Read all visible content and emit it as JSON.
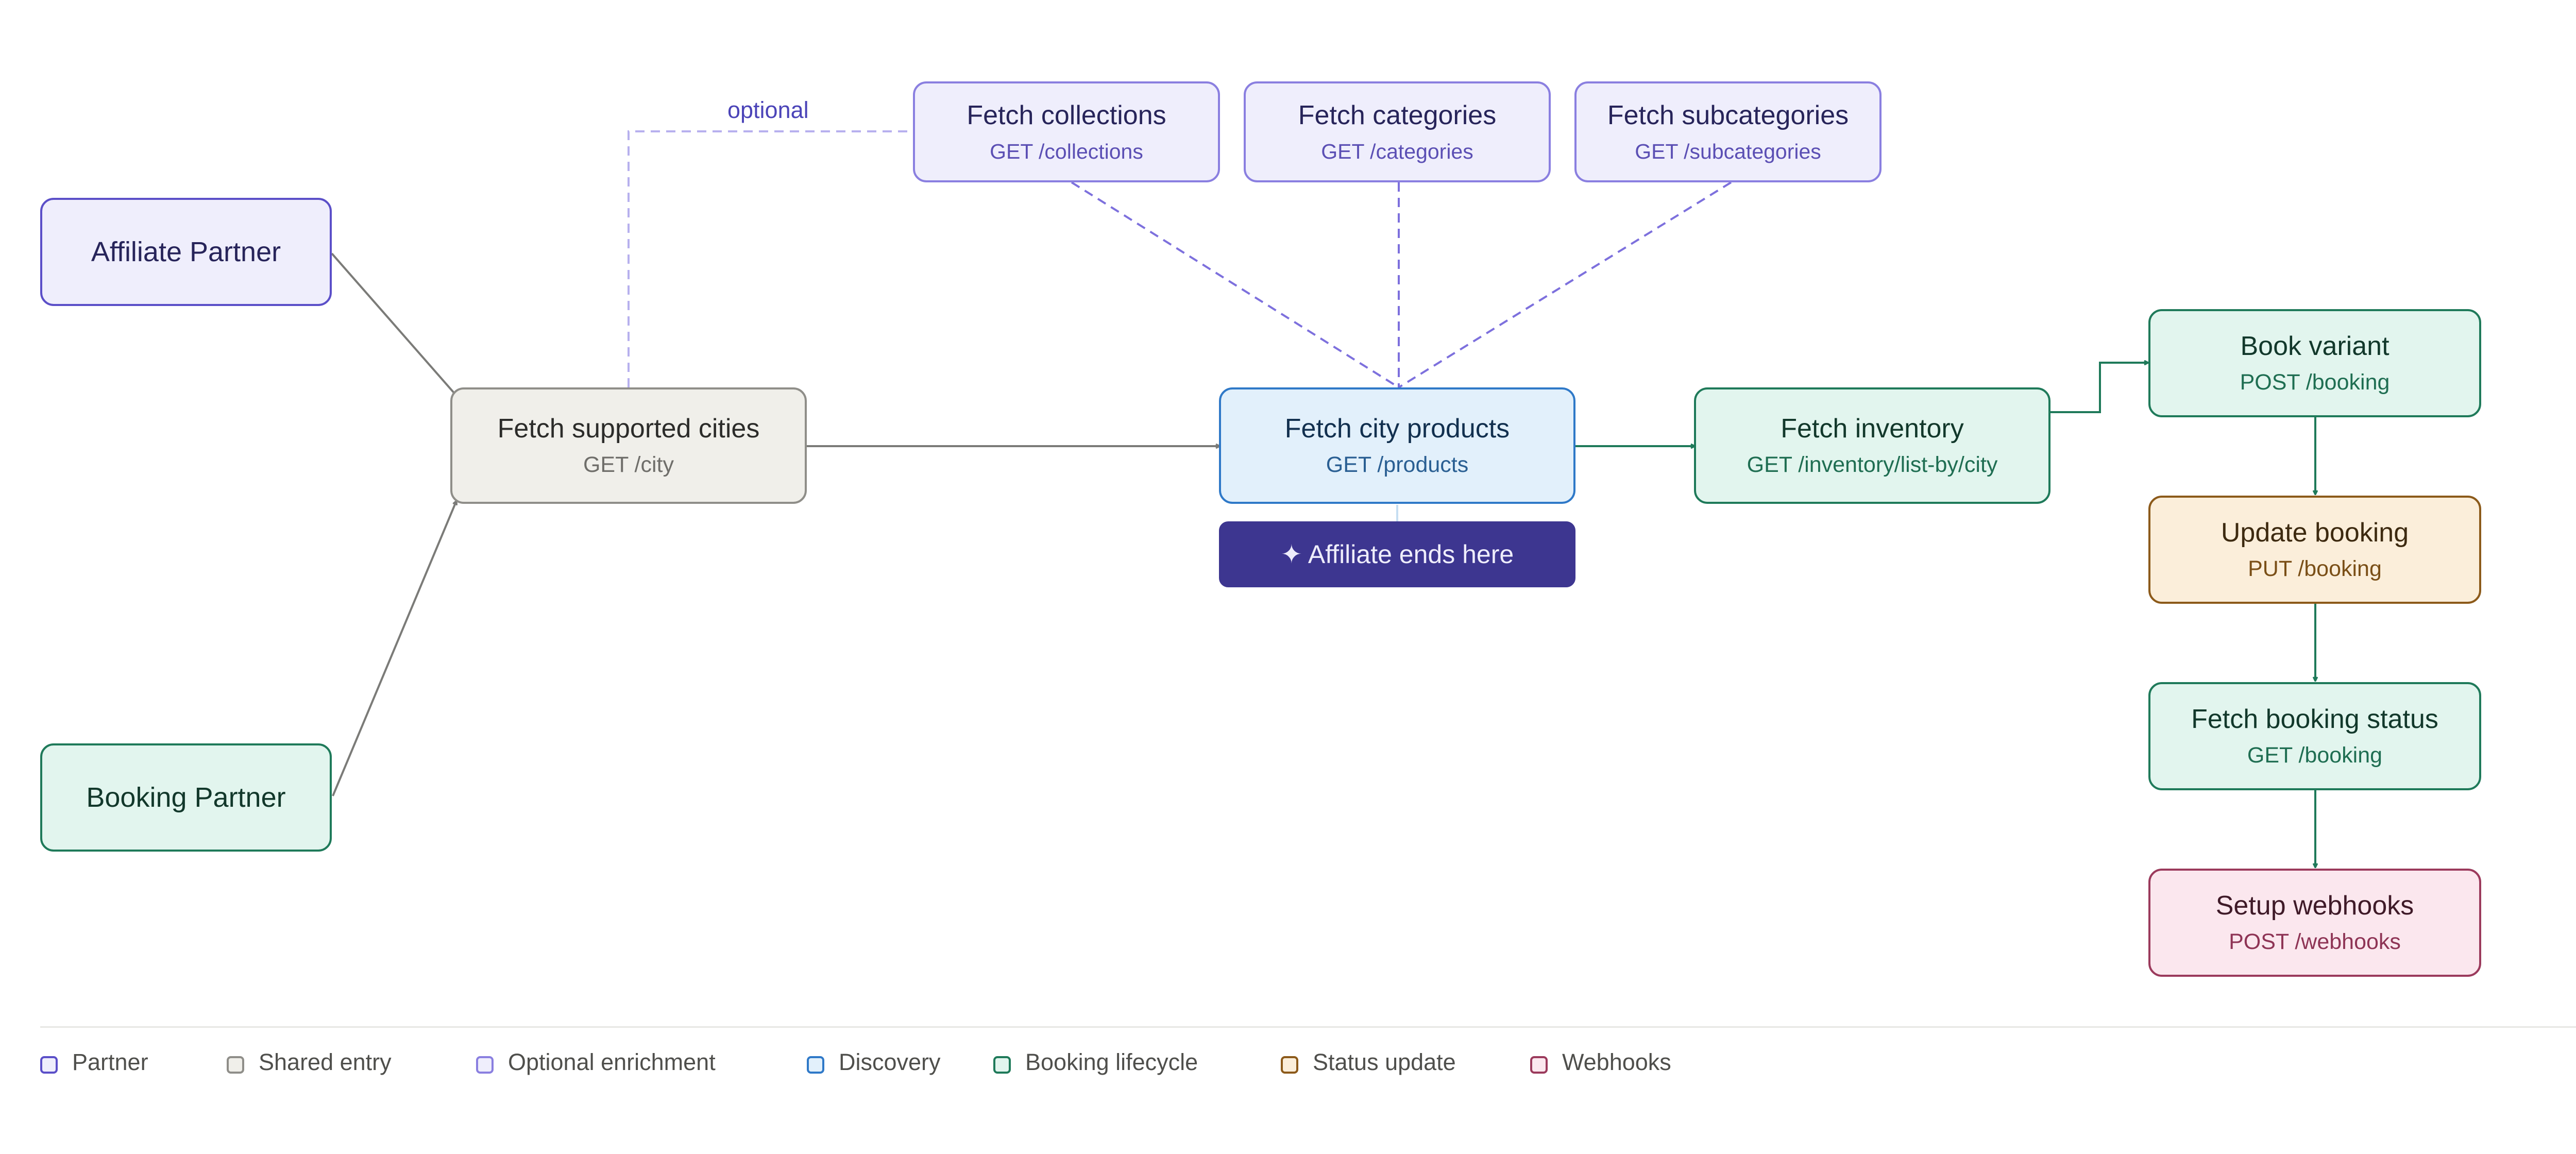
{
  "nodes": {
    "affiliate_partner": {
      "title": "Affiliate Partner"
    },
    "booking_partner": {
      "title": "Booking Partner"
    },
    "fetch_supported_cities": {
      "title": "Fetch supported cities",
      "endpoint": "GET /city"
    },
    "fetch_collections": {
      "title": "Fetch collections",
      "endpoint": "GET /collections"
    },
    "fetch_categories": {
      "title": "Fetch categories",
      "endpoint": "GET /categories"
    },
    "fetch_subcategories": {
      "title": "Fetch subcategories",
      "endpoint": "GET /subcategories"
    },
    "fetch_city_products": {
      "title": "Fetch city products",
      "endpoint": "GET /products"
    },
    "affiliate_ends_here": {
      "title": "✦ Affiliate ends here"
    },
    "fetch_inventory": {
      "title": "Fetch inventory",
      "endpoint": "GET /inventory/list-by/city"
    },
    "book_variant": {
      "title": "Book variant",
      "endpoint": "POST /booking"
    },
    "update_booking": {
      "title": "Update booking",
      "endpoint": "PUT /booking"
    },
    "fetch_booking_status": {
      "title": "Fetch booking status",
      "endpoint": "GET /booking"
    },
    "setup_webhooks": {
      "title": "Setup webhooks",
      "endpoint": "POST /webhooks"
    }
  },
  "edge_labels": {
    "optional": "optional"
  },
  "legend": [
    {
      "label": "Partner",
      "color": "#5b4fc8",
      "fill": "#efeefc"
    },
    {
      "label": "Shared entry",
      "color": "#8f8e89",
      "fill": "#f0efea"
    },
    {
      "label": "Optional enrichment",
      "color": "#8a7fe0",
      "fill": "#efeefc"
    },
    {
      "label": "Discovery",
      "color": "#2f79c8",
      "fill": "#e2f0fb"
    },
    {
      "label": "Booking lifecycle",
      "color": "#1f7a5a",
      "fill": "#e2f5ee"
    },
    {
      "label": "Status update",
      "color": "#8c5a1a",
      "fill": "#fbeeda"
    },
    {
      "label": "Webhooks",
      "color": "#9b3a5c",
      "fill": "#fbe7ee"
    }
  ],
  "colors": {
    "partner": "#5b4fc8",
    "shared_entry": "#8f8e89",
    "optional_enrichment": "#8a7fe0",
    "discovery": "#2f79c8",
    "booking_lifecycle": "#1f7a5a",
    "status_update": "#8c5a1a",
    "webhooks": "#9b3a5c",
    "affiliate_end": "#3d3690"
  }
}
